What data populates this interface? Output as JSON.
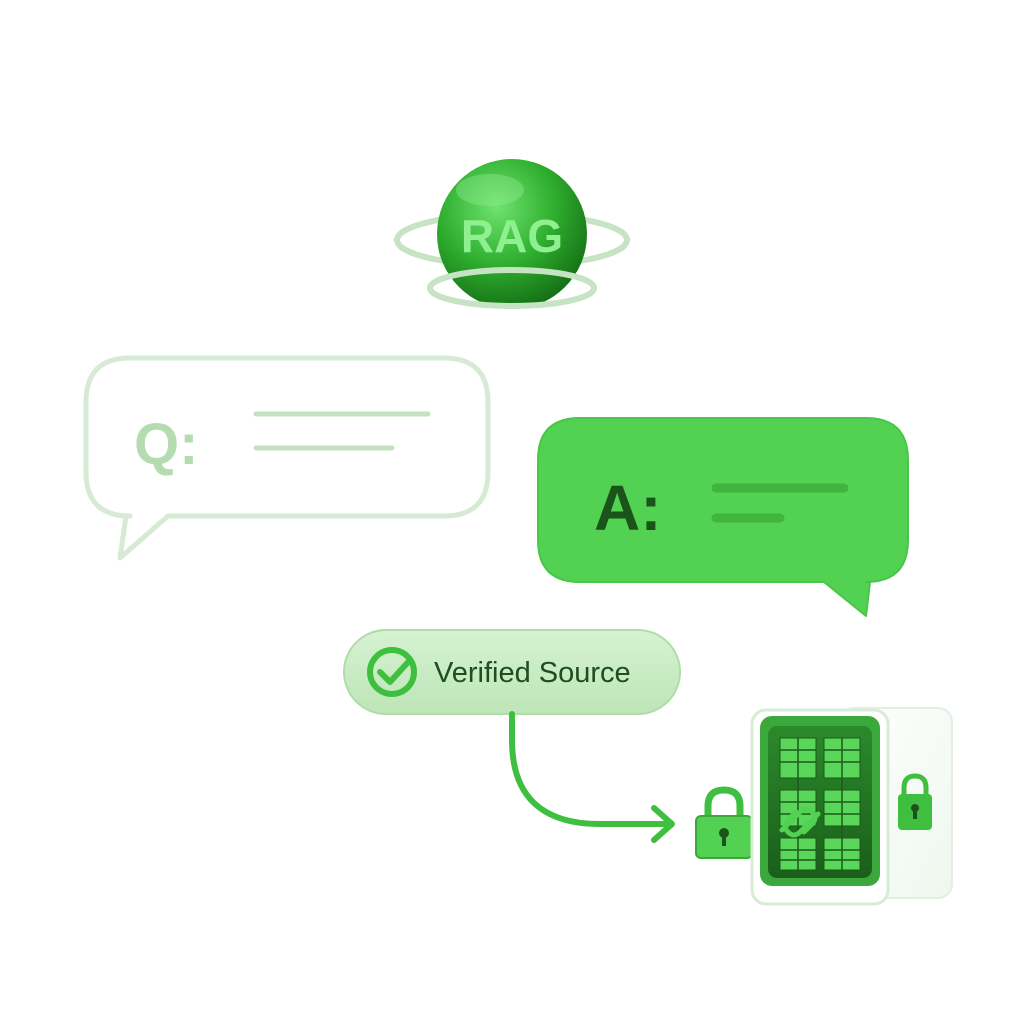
{
  "rag_badge": {
    "label": "RAG"
  },
  "question_bubble": {
    "prefix": "Q:"
  },
  "answer_bubble": {
    "prefix": "A:"
  },
  "verified_pill": {
    "label": "Verified Source"
  },
  "colors": {
    "accent": "#3fbf3f",
    "accent_bright": "#52d152",
    "accent_dark": "#1f6e1f",
    "pale_green": "#bfe0bd",
    "pill_fill": "#c9ecc4",
    "text_dark": "#1e4d1e"
  },
  "icons": {
    "check": "check-circle-icon",
    "arrow": "arrow-right-icon",
    "lock": "padlock-icon",
    "vault": "document-vault-icon",
    "link": "link-icon"
  }
}
